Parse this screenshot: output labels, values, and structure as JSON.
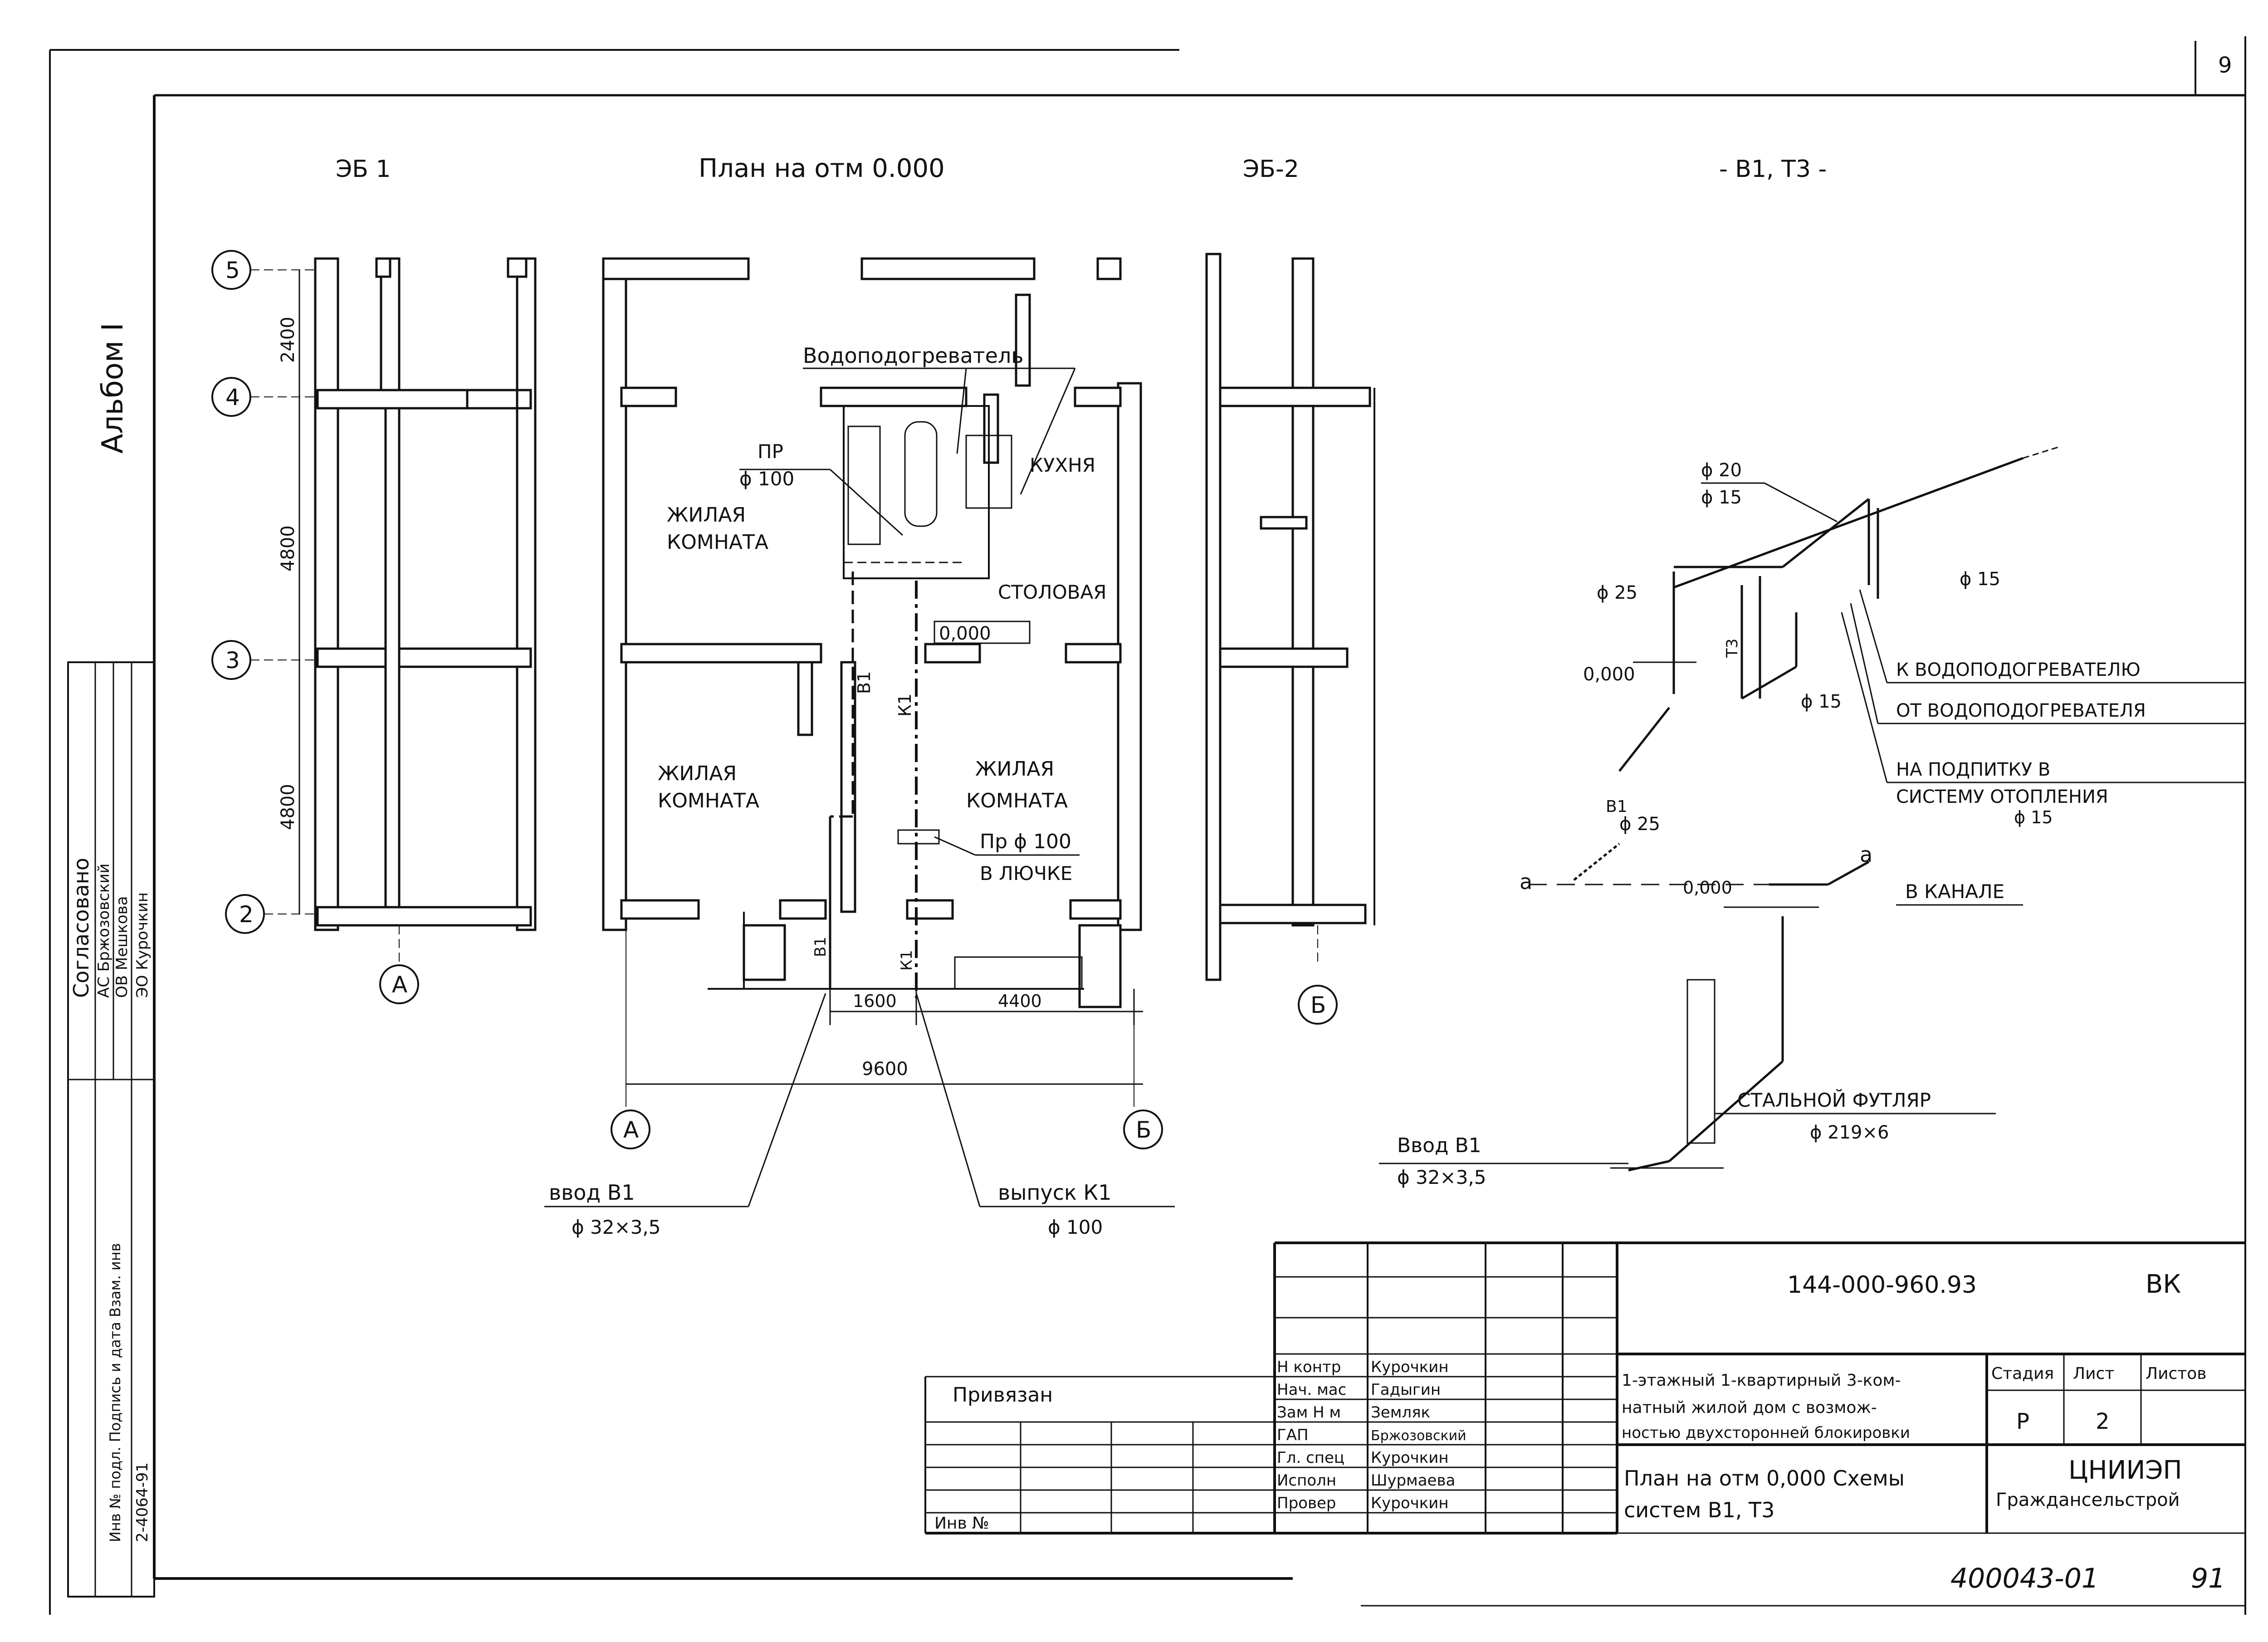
{
  "page_no": "9",
  "album": "Альбом I",
  "headings": {
    "left_section": "ЭБ 1",
    "plan_title": "План на отм 0.000",
    "right_section": "ЭБ-2",
    "scheme_title": "- В1, Т3 -"
  },
  "axes": {
    "rows": [
      "5",
      "4",
      "3",
      "2"
    ],
    "cols": [
      "А",
      "Б"
    ],
    "row_dims": [
      "2400",
      "4800",
      "4800"
    ],
    "bottom_dims": [
      "1600",
      "4400"
    ],
    "overall_dim": "9600"
  },
  "rooms": {
    "living_1_a": "ЖИЛАЯ",
    "living_1_b": "КОМНАТА",
    "living_2_a": "ЖИЛАЯ",
    "living_2_b": "КОМНАТА",
    "living_3_a": "ЖИЛАЯ",
    "living_3_b": "КОМНАТА",
    "kitchen": "КУХНЯ",
    "dining": "СТОЛОВАЯ",
    "water_heater": "Водоподогреватель",
    "pr_1": "ПР",
    "pr_1_dia": "ϕ 100",
    "level_plan": "0,000",
    "pr_2": "Пр ϕ 100",
    "pr_2_loc": "В ЛЮЧКЕ",
    "pipe_b1": "В1",
    "pipe_k1": "К1"
  },
  "callouts": {
    "inlet_label": "ввод В1",
    "inlet_size": "ϕ 32×3,5",
    "outlet_label": "выпуск К1",
    "outlet_size": "ϕ 100"
  },
  "scheme": {
    "d20": "ϕ 20",
    "d15_a": "ϕ 15",
    "d25_a": "ϕ 25",
    "d15_b": "ϕ 15",
    "d15_c": "ϕ 15",
    "level_a": "0,000",
    "level_b": "0,000",
    "b1": "В1",
    "d25_b": "ϕ 25",
    "t3": "Т3",
    "mark_a1": "а",
    "mark_a2": "а",
    "to_heater": "К ВОДОПОДОГРЕВАТЕЛЮ",
    "from_heater": "ОТ ВОДОПОДОГРЕВАТЕЛЯ",
    "makeup_1": "НА ПОДПИТКУ В",
    "makeup_2": "СИСТЕМУ ОТОПЛЕНИЯ",
    "makeup_dia": "ϕ 15",
    "in_channel": "В КАНАЛЕ",
    "sleeve": "СТАЛЬНОЙ ФУТЛЯР",
    "sleeve_size": "ϕ 219×6",
    "inlet_label": "Ввод В1",
    "inlet_size": "ϕ 32×3,5"
  },
  "margin_block": {
    "approved": "Согласовано",
    "rows": [
      "АС  Бржозовский",
      "ОВ  Мешкова",
      "ЭО  Курочкин"
    ],
    "inv": "Инв № подл.  Подпись и дата  Взам. инв",
    "inv_no": "2-4064-91"
  },
  "title_block": {
    "code": "144-000-960.93",
    "mark": "ВК",
    "attached": "Привязан",
    "inv_label": "Инв №",
    "staff": [
      {
        "role": "Н контр",
        "name": "Курочкин"
      },
      {
        "role": "Нач. мас",
        "name": "Гадыгин"
      },
      {
        "role": "Зам Н м",
        "name": "Земляк"
      },
      {
        "role": "ГАП",
        "name": "Бржозовский"
      },
      {
        "role": "Гл. спец",
        "name": "Курочкин"
      },
      {
        "role": "Исполн",
        "name": "Шурмаева"
      },
      {
        "role": "Провер",
        "name": "Курочкин"
      }
    ],
    "desc_1": "1-этажный 1-квартирный 3-ком-",
    "desc_2": "натный жилой дом с возмож-",
    "desc_3": "ностью двухсторонней блокировки",
    "stage_h": "Стадия",
    "sheet_h": "Лист",
    "sheets_h": "Листов",
    "stage": "Р",
    "sheet": "2",
    "sheets": "",
    "drawing_1": "План на отм 0,000 Схемы",
    "drawing_2": "систем В1, Т3",
    "org_1": "ЦНИИЭП",
    "org_2": "Граждансельстрой"
  },
  "footer": {
    "doc_no": "400043-01",
    "page": "91"
  }
}
